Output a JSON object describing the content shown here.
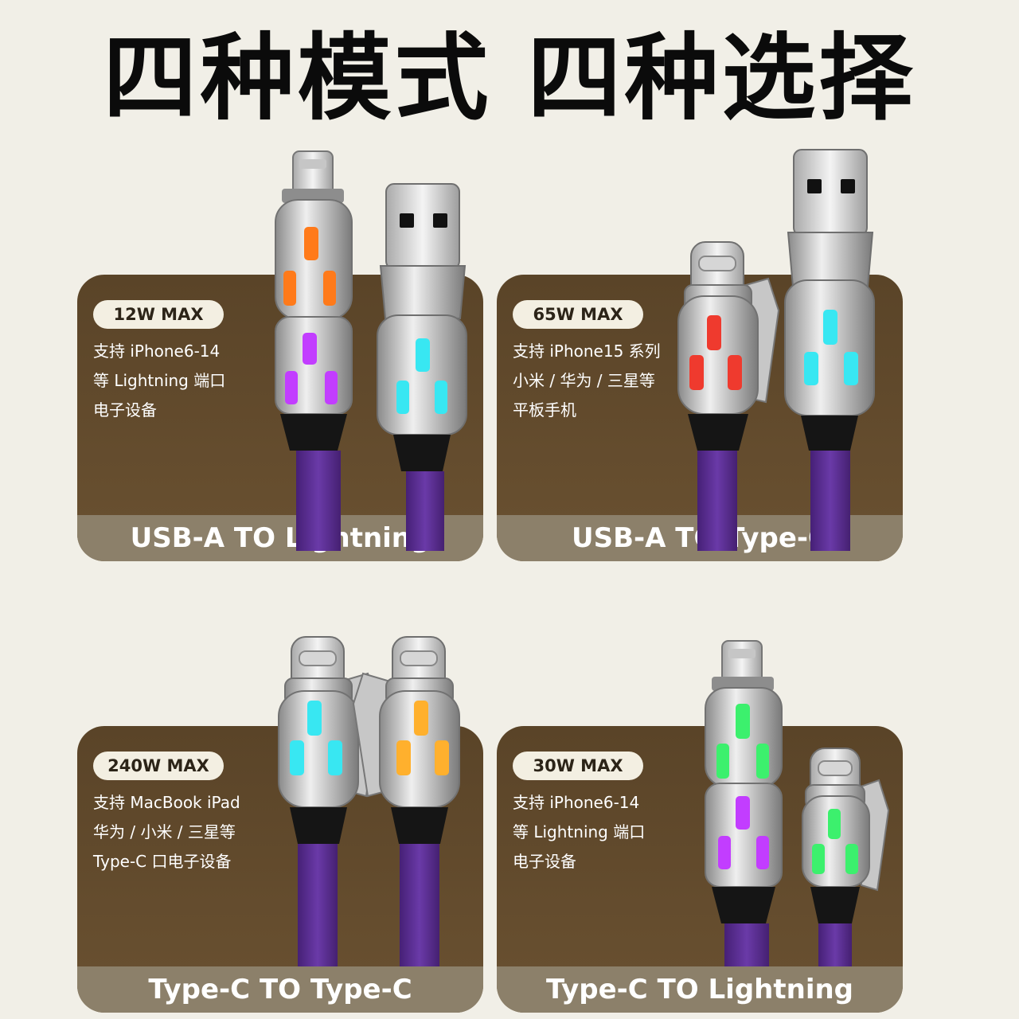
{
  "headline": "四种模式 四种选择",
  "cards": [
    {
      "badge": "12W MAX",
      "lines": [
        "支持 iPhone6-14",
        "等 Lightning 端口",
        "电子设备"
      ],
      "footer": "USB-A TO Lightning",
      "led_colors": [
        "#ff7a1a",
        "#c23dff"
      ]
    },
    {
      "badge": "65W MAX",
      "lines": [
        "支持 iPhone15 系列",
        "小米 / 华为 / 三星等",
        "平板手机"
      ],
      "footer": "USB-A TO Type-C",
      "led_colors": [
        "#ef3a2e",
        "#38e7f2"
      ]
    },
    {
      "badge": "240W MAX",
      "lines": [
        "支持 MacBook iPad",
        "华为 / 小米 / 三星等",
        "Type-C 口电子设备"
      ],
      "footer": "Type-C TO Type-C",
      "led_colors": [
        "#38e7f2",
        "#ffb02d"
      ]
    },
    {
      "badge": "30W MAX",
      "lines": [
        "支持 iPhone6-14",
        "等 Lightning 端口",
        "电子设备"
      ],
      "footer": "Type-C TO Lightning",
      "led_colors": [
        "#3cf06d",
        "#c23dff"
      ]
    }
  ]
}
